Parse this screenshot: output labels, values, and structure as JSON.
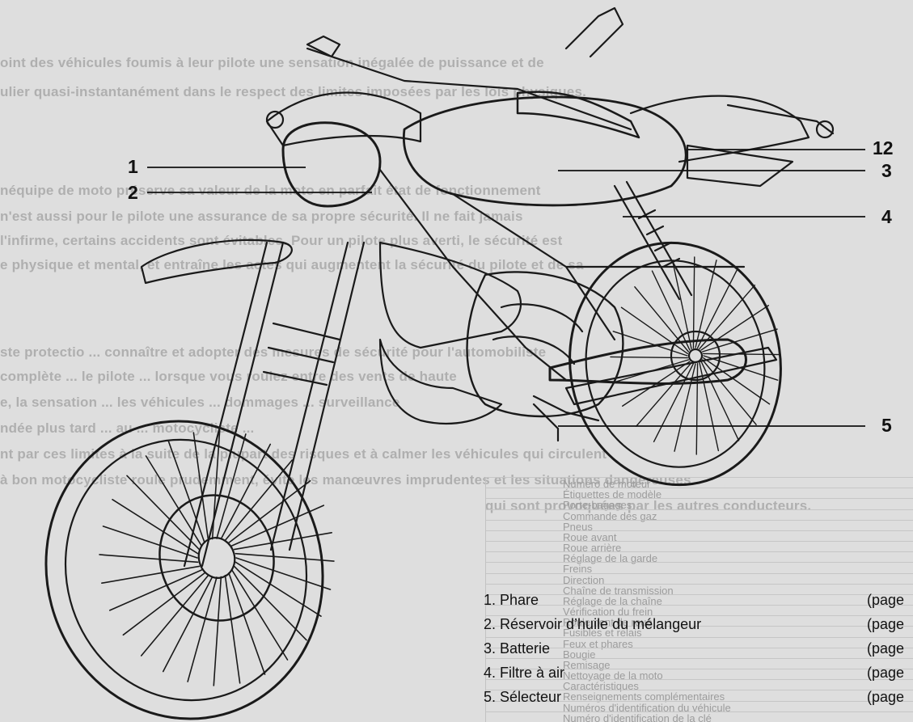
{
  "background_text": [
    "oint des véhicules foumis à leur pilote une sensation inégalée de puissance et de",
    "ulier quasi-instantanément dans le respect des limites imposées par les lois physiques.",
    "néquipe de moto préserve sa valeur de la moto en parfait état de fonctionnement",
    "n'est aussi pour le pilote une assurance de sa propre sécurité. Il ne fait jamais",
    "l'infirme, certains accidents sont évitables. Pour un pilote plus averti, le sécurité est",
    "e physique et mental, et entraîne les actes qui augmentent la sécurité du pilote et de sa",
    "ste protectio ... connaître et adopter des mesures de sécurité pour l'automobiliste",
    "complète ... le pilote ... lorsque vous roulez entre des vents de haute",
    "e, la sensation ... les véhicules ... dommages ... surveillance",
    "ndée plus tard ... au ... motocycliste ...",
    "nt par ces limites à la suite de la plupart des risques et à calmer les véhicules qui circulent",
    "à bon motocycliste roule prudemment, évite les manœuvres imprudentes et les situations dangereuses",
    "qui sont provoquées par les autres conducteurs."
  ],
  "toc_background": [
    "Numéro de moteur",
    "Étiquettes de modèle",
    "Porte-bagages",
    "Commande des gaz",
    "Pneus",
    "Roue avant",
    "Roue arrière",
    "Réglage de la garde",
    "Freins",
    "Direction",
    "Chaîne de transmission",
    "Réglage de la chaîne",
    "Vérification du frein",
    "Roulement de roue",
    "Fusibles et relais",
    "Feux et phares",
    "Bougie",
    "Remisage",
    "Nettoyage de la moto",
    "Caractéristiques",
    "Renseignements complémentaires",
    "Numéros d'identification du véhicule",
    "Numéro d'identification de la clé"
  ],
  "callouts": [
    "1",
    "2",
    "3",
    "4",
    "5",
    "12"
  ],
  "legend": [
    {
      "label": "1. Phare",
      "page": "(page"
    },
    {
      "label": "2. Réservoir d’huile du mélangeur",
      "page": "(page"
    },
    {
      "label": "3. Batterie",
      "page": "(page"
    },
    {
      "label": "4. Filtre à air",
      "page": "(page"
    },
    {
      "label": "5. Sélecteur",
      "page": "(page"
    }
  ]
}
